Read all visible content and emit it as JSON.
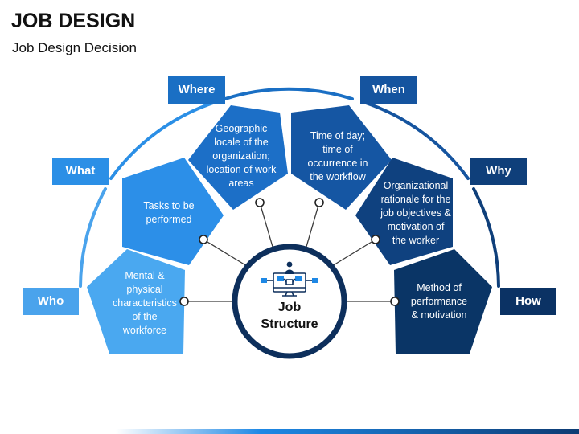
{
  "header": {
    "title": "JOB DESIGN",
    "subtitle": "Job Design Decision"
  },
  "center": {
    "label": "Job\nStructure",
    "icon": "workflow-monitor-icon"
  },
  "questions": [
    {
      "key": "who",
      "label": "Who",
      "color": "#4aa3ec"
    },
    {
      "key": "what",
      "label": "What",
      "color": "#2b8fe6"
    },
    {
      "key": "where",
      "label": "Where",
      "color": "#1a6fc4"
    },
    {
      "key": "when",
      "label": "When",
      "color": "#15549f"
    },
    {
      "key": "why",
      "label": "Why",
      "color": "#0f3f7a"
    },
    {
      "key": "how",
      "label": "How",
      "color": "#0b3264"
    }
  ],
  "segments": [
    {
      "key": "who",
      "text": "Mental &\nphysical\ncharacteristics\nof the\nworkforce",
      "color": "#4aa8f0"
    },
    {
      "key": "what",
      "text": "Tasks to be\nperformed",
      "color": "#2c8fe8"
    },
    {
      "key": "where",
      "text": "Geographic\nlocale of the\norganization;\nlocation of work\nareas",
      "color": "#1c6fc7"
    },
    {
      "key": "when",
      "text": "Time of day;\ntime of\noccurrence in\nthe workflow",
      "color": "#1556a3"
    },
    {
      "key": "why",
      "text": "Organizational\nrationale for the\njob objectives &\nmotivation of\nthe worker",
      "color": "#0f417f"
    },
    {
      "key": "how",
      "text": "Method of\nperformance\n& motivation",
      "color": "#0a3566"
    }
  ]
}
